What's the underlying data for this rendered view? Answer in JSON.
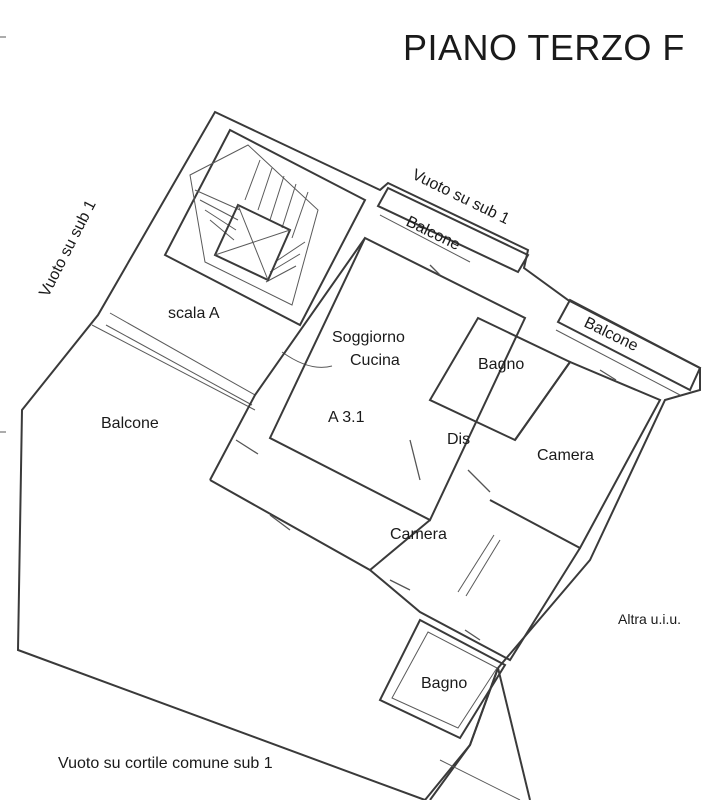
{
  "title": "PIANO TERZO F",
  "unit_code": "A 3.1",
  "rooms": {
    "stair": "scala A",
    "living": "Soggiorno",
    "kitchen": "Cucina",
    "bath_top": "Bagno",
    "hall": "Dis",
    "bedroom_right": "Camera",
    "bedroom_center": "Camera",
    "bath_bottom": "Bagno",
    "balcony_large": "Balcone",
    "balcony_top": "Balcone",
    "balcony_right": "Balcone"
  },
  "notes": {
    "void_left": "Vuoto su sub 1",
    "void_top": "Vuoto su sub 1",
    "other_unit": "Altra u.i.u.",
    "courtyard": "Vuoto su cortile comune sub 1"
  }
}
